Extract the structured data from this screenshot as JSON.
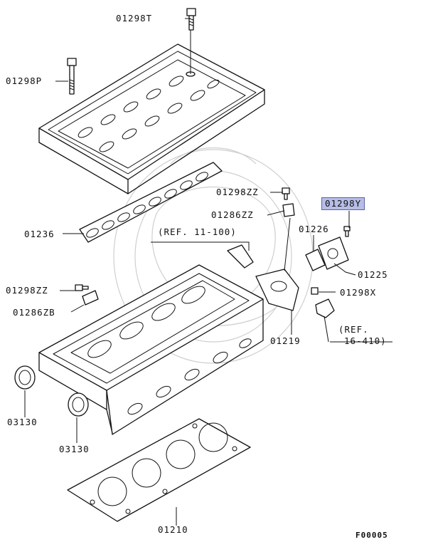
{
  "diagram": {
    "code": "F00005",
    "highlight_color": "#b6bde6",
    "labels": {
      "p01298T": "01298T",
      "p01298P": "01298P",
      "p01236": "01236",
      "p01298ZZ_top": "01298ZZ",
      "p01286ZZ": "01286ZZ",
      "p01298Y": "01298Y",
      "p01226": "01226",
      "p01225": "01225",
      "ref_11_100": "(REF. 11-100)",
      "p01298ZZ_left": "01298ZZ",
      "p01286ZB": "01286ZB",
      "p01298X": "01298X",
      "ref_16_410_line1": "(REF.",
      "ref_16_410_line2": "16-410)",
      "p01219": "01219",
      "p03130_left": "03130",
      "p03130_right": "03130",
      "p01210": "01210"
    }
  }
}
